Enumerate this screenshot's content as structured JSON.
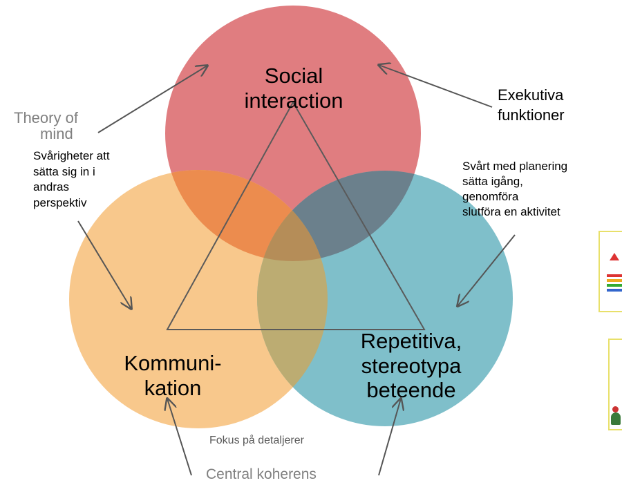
{
  "circles": {
    "social": {
      "label": "Social interaction",
      "color": "#e07d80"
    },
    "communication": {
      "label": "Kommuni- kation",
      "color": "#f8c88c"
    },
    "repetitive": {
      "label": "Repetitiva, stereotypa beteende",
      "color": "#7fbfca"
    }
  },
  "labels": {
    "social_line1": "Social",
    "social_line2": "interaction",
    "komm_line1": "Kommuni-",
    "komm_line2": "kation",
    "rep_line1": "Repetitiva,",
    "rep_line2": "stereotypa",
    "rep_line3": "beteende",
    "theory_line1": "Theory of",
    "theory_line2": "mind",
    "svar_line1": "Svårigheter att",
    "svar_line2": "sätta sig in i",
    "svar_line3": "andras",
    "svar_line4": "perspektiv",
    "exek_line1": "Exekutiva",
    "exek_line2": "funktioner",
    "plan_line1": "Svårt med planering",
    "plan_line2": "sätta igång,",
    "plan_line3": "genomföra",
    "plan_line4": "slutföra en aktivitet",
    "fokus": "Fokus på detaljerer",
    "central": "Central koherens"
  },
  "overlap_colors": {
    "social_comm": "#ec8c4e",
    "social_rep": "#6b808c",
    "comm_rep": "#bcac72",
    "center": "#b58d58"
  },
  "edge_icons": [
    "slide-thumbnail-icon",
    "person-thumbnail-icon"
  ]
}
